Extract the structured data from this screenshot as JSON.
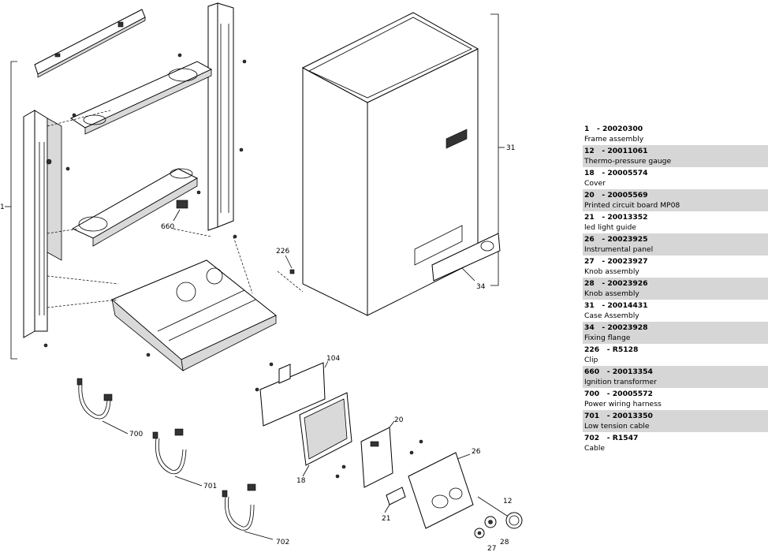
{
  "diagram": {
    "callouts": [
      "1",
      "660",
      "226",
      "31",
      "34",
      "104",
      "20",
      "26",
      "12",
      "28",
      "27",
      "21",
      "18",
      "700",
      "701",
      "702"
    ]
  },
  "legend": {
    "items": [
      {
        "code": "1   - 20020300",
        "desc": "Frame assembly"
      },
      {
        "code": "12   - 20011061",
        "desc": "Thermo-pressure gauge"
      },
      {
        "code": "18   - 20005574",
        "desc": "Cover"
      },
      {
        "code": "20   - 20005569",
        "desc": "Printed circuit board MP08"
      },
      {
        "code": "21   - 20013352",
        "desc": "led light guide"
      },
      {
        "code": "26   - 20023925",
        "desc": "Instrumental panel"
      },
      {
        "code": "27   - 20023927",
        "desc": "Knob assembly"
      },
      {
        "code": "28   - 20023926",
        "desc": "Knob assembly"
      },
      {
        "code": "31   - 20014431",
        "desc": "Case Assembly"
      },
      {
        "code": "34   - 20023928",
        "desc": "Fixing flange"
      },
      {
        "code": "226   - R5128",
        "desc": "Clip"
      },
      {
        "code": "660   - 20013354",
        "desc": "Ignition transformer"
      },
      {
        "code": "700   - 20005572",
        "desc": "Power wiring harness"
      },
      {
        "code": "701   - 20013350",
        "desc": "Low tension cable"
      },
      {
        "code": "702   - R1547",
        "desc": "Cable"
      }
    ]
  }
}
